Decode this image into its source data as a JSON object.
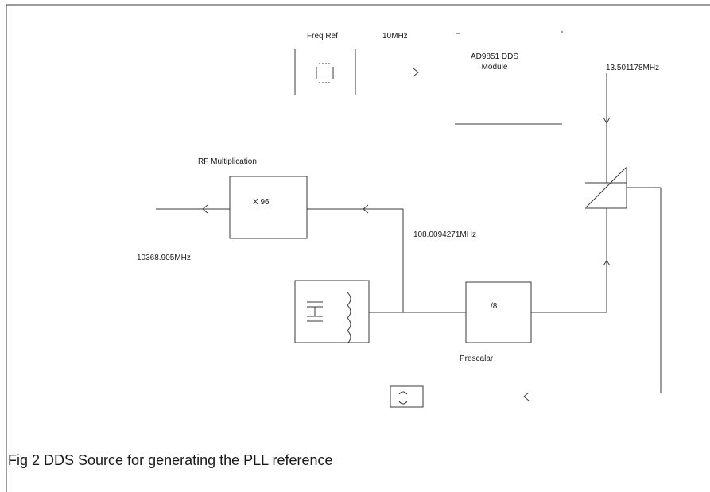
{
  "labels": {
    "freq_ref": "Freq Ref",
    "ref_freq": "10MHz",
    "dds_module_line1": "AD9851 DDS",
    "dds_module_line2": "Module",
    "dds_out_freq": "13.501178MHz",
    "rf_mult_title": "RF Multiplication",
    "multiplier": "X 96",
    "vco_freq": "108.0094271MHz",
    "output_freq": "10368.905MHz",
    "prescaler_ratio": "/8",
    "prescaler_label": "Prescalar"
  },
  "caption": "Fig 2   DDS Source for generating the PLL reference"
}
